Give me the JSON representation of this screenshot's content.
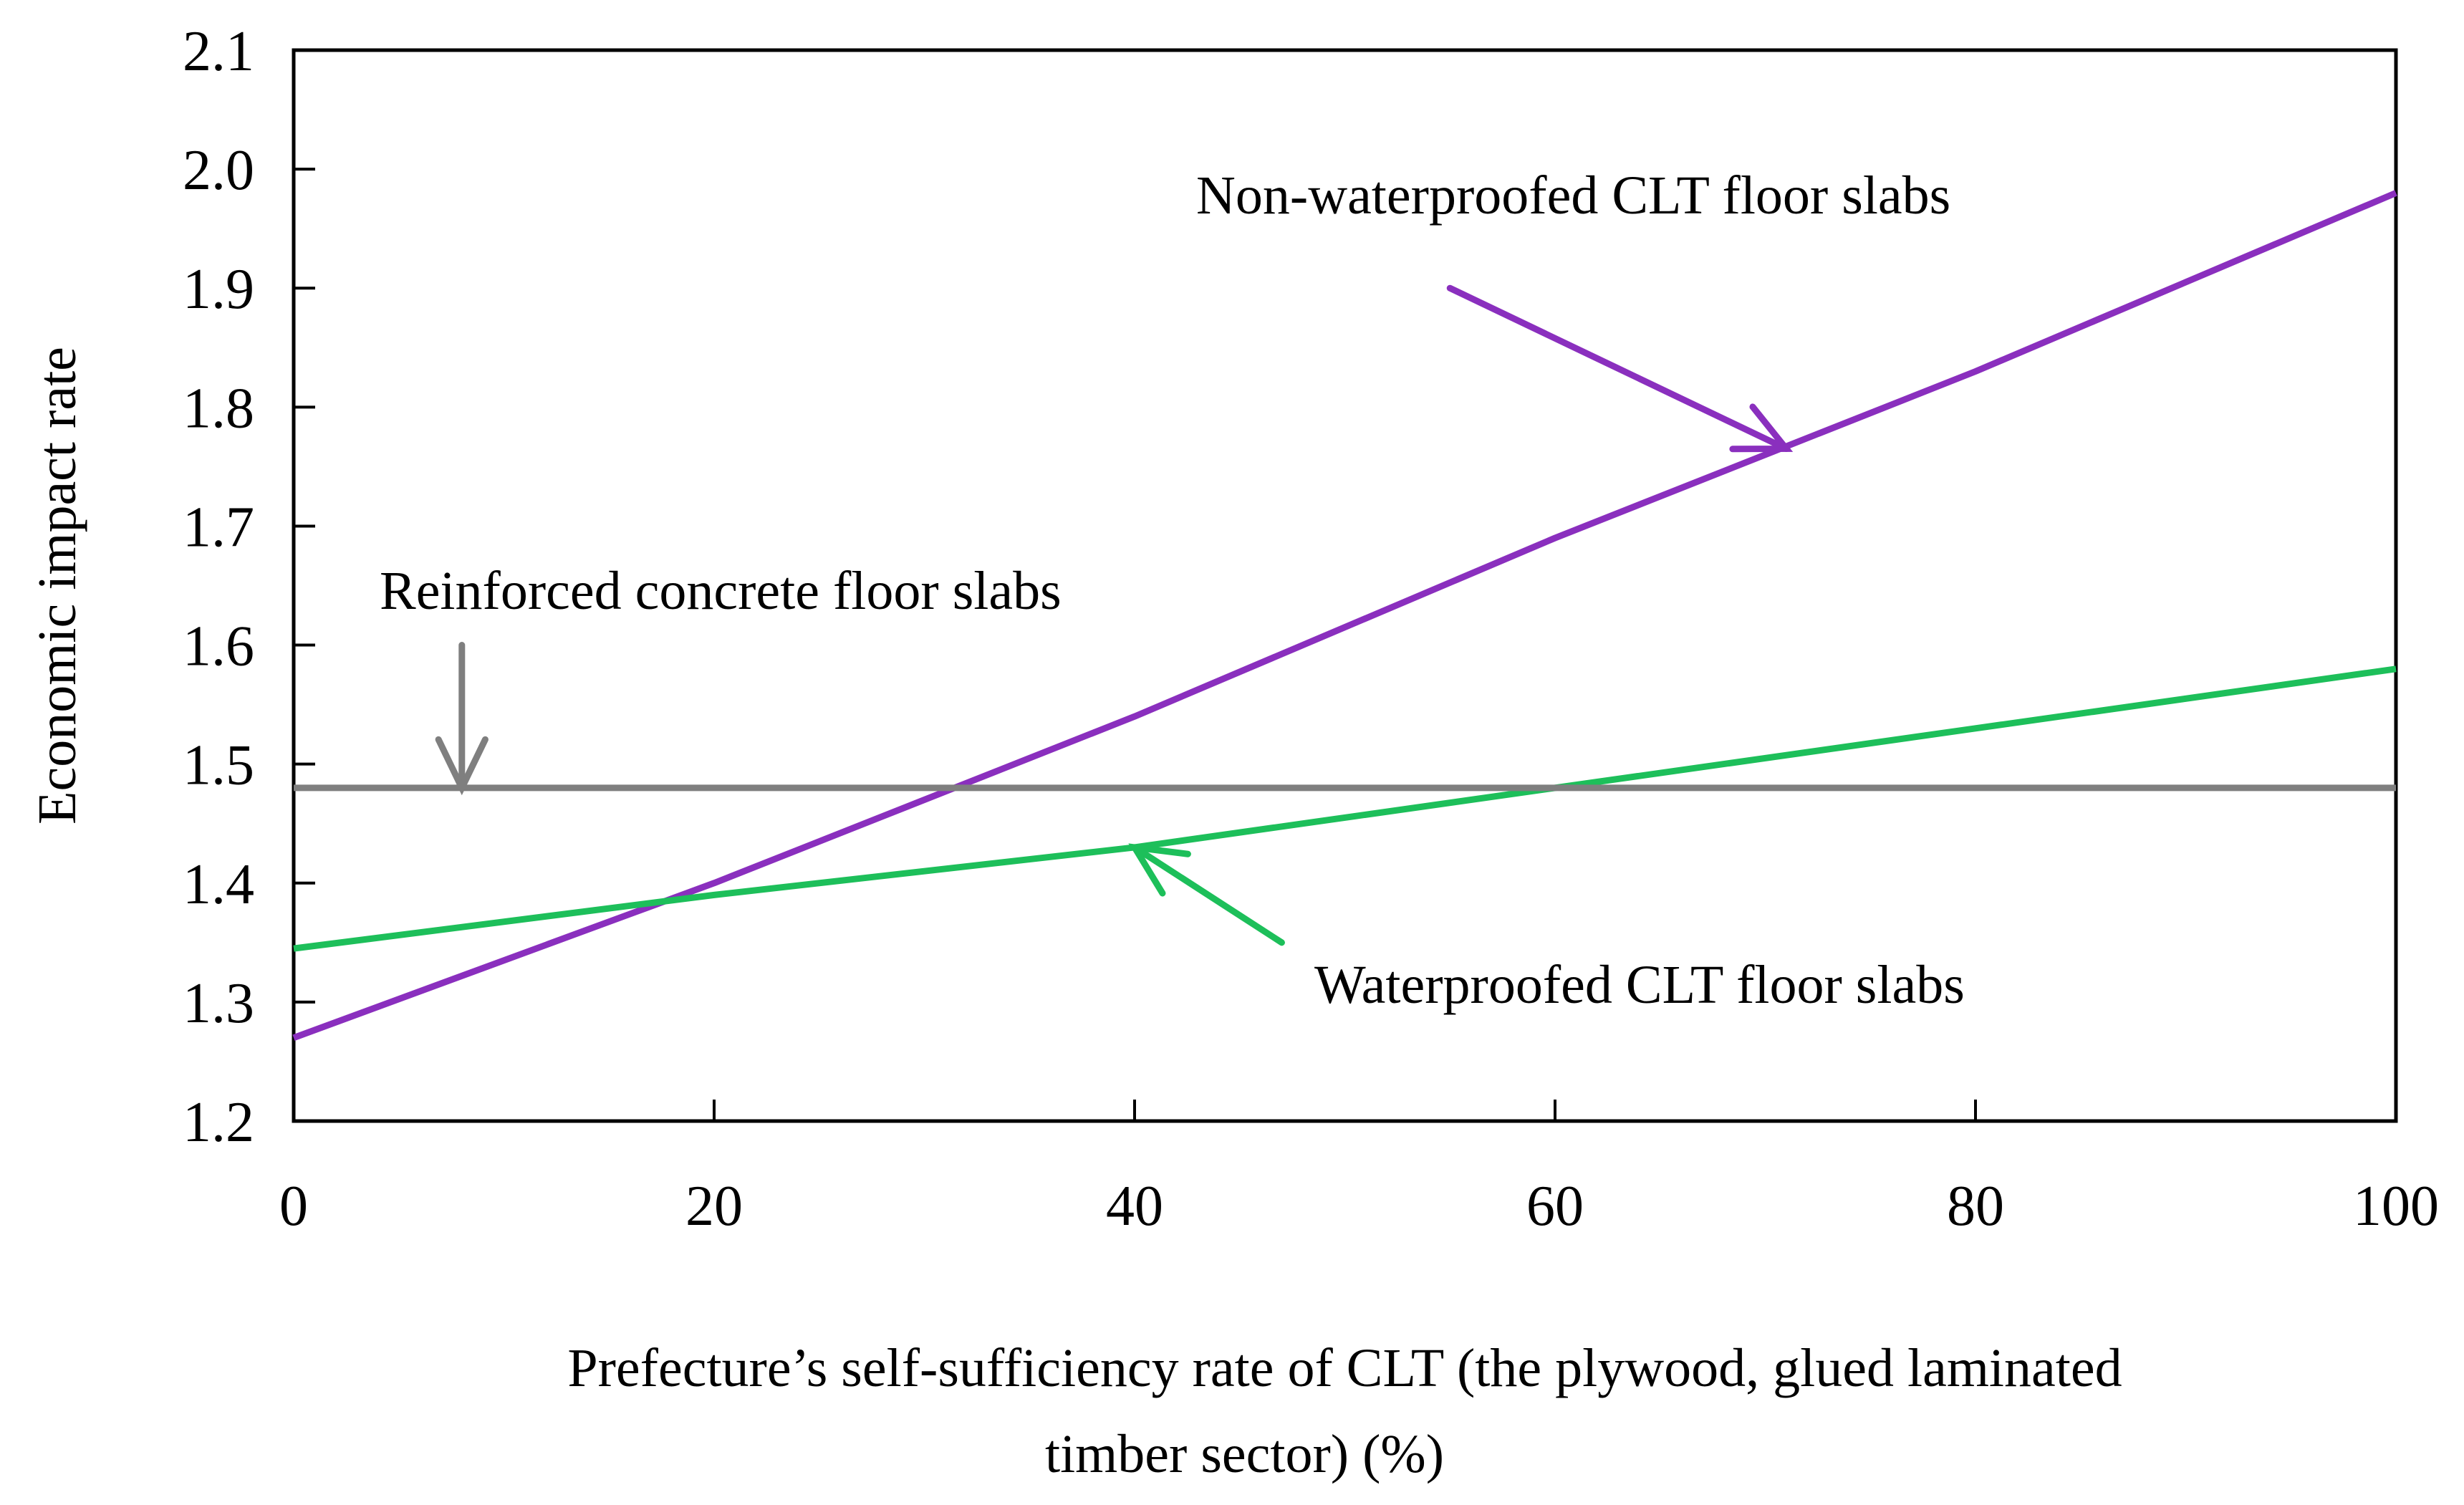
{
  "chart_data": {
    "type": "line",
    "xlabel_line1": "Prefecture’s self-sufficiency rate of CLT  (the plywood, glued laminated",
    "xlabel_line2": "timber sector) (%)",
    "ylabel": "Economic impact rate",
    "xlim": [
      0,
      100
    ],
    "ylim": [
      1.2,
      2.1
    ],
    "xticks": [
      0,
      20,
      40,
      60,
      80,
      100
    ],
    "xtick_labels": [
      "0",
      "20",
      "40",
      "60",
      "80",
      "100"
    ],
    "yticks": [
      1.2,
      1.3,
      1.4,
      1.5,
      1.6,
      1.7,
      1.8,
      1.9,
      2.0,
      2.1
    ],
    "ytick_labels": [
      "1.2",
      "1.3",
      "1.4",
      "1.5",
      "1.6",
      "1.7",
      "1.8",
      "1.9",
      "2.0",
      "2.1"
    ],
    "grid": false,
    "legend": "none",
    "series": [
      {
        "name": "Non-waterproofed CLT floor slabs",
        "color": "#8a2fbe",
        "x": [
          0,
          20,
          40,
          60,
          80,
          100
        ],
        "y": [
          1.27,
          1.4,
          1.54,
          1.69,
          1.83,
          1.98
        ]
      },
      {
        "name": "Waterproofed CLT floor slabs",
        "color": "#1dbf5a",
        "x": [
          0,
          20,
          40,
          60,
          80,
          100
        ],
        "y": [
          1.345,
          1.39,
          1.43,
          1.48,
          1.53,
          1.58
        ]
      },
      {
        "name": "Reinforced concrete floor slabs",
        "color": "#7f7f7f",
        "x": [
          0,
          100
        ],
        "y": [
          1.48,
          1.48
        ]
      }
    ],
    "annotations": [
      {
        "series": 0,
        "text": "Non-waterproofed CLT floor slabs",
        "arrow_to": [
          71,
          1.765
        ],
        "arrow_from": [
          55,
          1.9
        ]
      },
      {
        "series": 1,
        "text": "Waterproofed CLT floor slabs",
        "arrow_to": [
          40,
          1.43
        ],
        "arrow_from": [
          47,
          1.35
        ]
      },
      {
        "series": 2,
        "text": "Reinforced concrete floor slabs",
        "arrow_to": [
          8,
          1.48
        ],
        "arrow_from": [
          8,
          1.6
        ]
      }
    ]
  }
}
